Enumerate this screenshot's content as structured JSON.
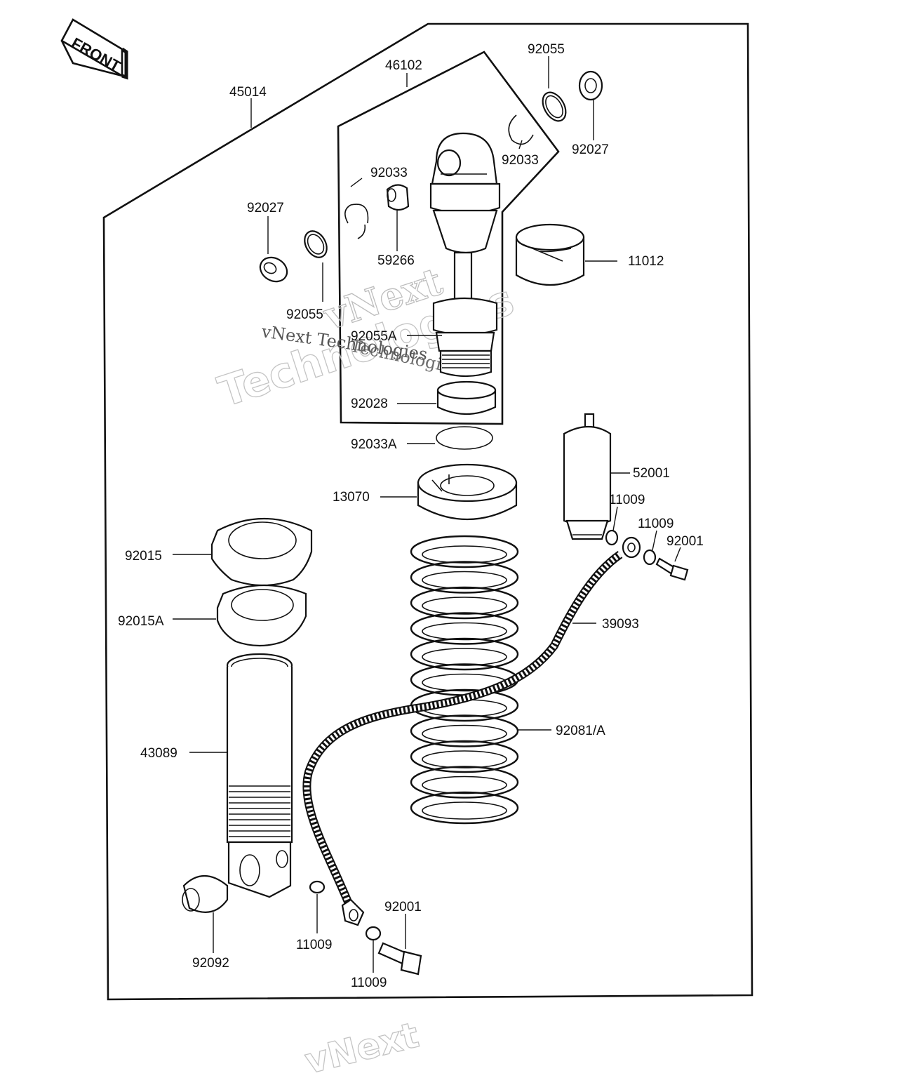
{
  "front_badge": "FRONT",
  "part_labels": [
    {
      "id": "45014",
      "text": "45014"
    },
    {
      "id": "46102",
      "text": "46102"
    },
    {
      "id": "92055-top",
      "text": "92055"
    },
    {
      "id": "92027-right",
      "text": "92027"
    },
    {
      "id": "92033-right",
      "text": "92033"
    },
    {
      "id": "92033-left",
      "text": "92033"
    },
    {
      "id": "92027-left",
      "text": "92027"
    },
    {
      "id": "59266",
      "text": "59266"
    },
    {
      "id": "11012",
      "text": "11012"
    },
    {
      "id": "92055-left",
      "text": "92055"
    },
    {
      "id": "92055A",
      "text": "92055A"
    },
    {
      "id": "92028",
      "text": "92028"
    },
    {
      "id": "92033A",
      "text": "92033A"
    },
    {
      "id": "52001",
      "text": "52001"
    },
    {
      "id": "13070",
      "text": "13070"
    },
    {
      "id": "11009-a",
      "text": "11009"
    },
    {
      "id": "11009-b",
      "text": "11009"
    },
    {
      "id": "92001-right",
      "text": "92001"
    },
    {
      "id": "92015",
      "text": "92015"
    },
    {
      "id": "39093",
      "text": "39093"
    },
    {
      "id": "92015A",
      "text": "92015A"
    },
    {
      "id": "92081A",
      "text": "92081/A"
    },
    {
      "id": "43089",
      "text": "43089"
    },
    {
      "id": "92001-bottom",
      "text": "92001"
    },
    {
      "id": "92092",
      "text": "92092"
    },
    {
      "id": "11009-c",
      "text": "11009"
    },
    {
      "id": "11009-d",
      "text": "11009"
    }
  ],
  "watermarks": {
    "line1": "vNext",
    "line2": "Technologies",
    "small": "vNext Technologies",
    "small2": "Technologies",
    "bottom": "vNext"
  }
}
